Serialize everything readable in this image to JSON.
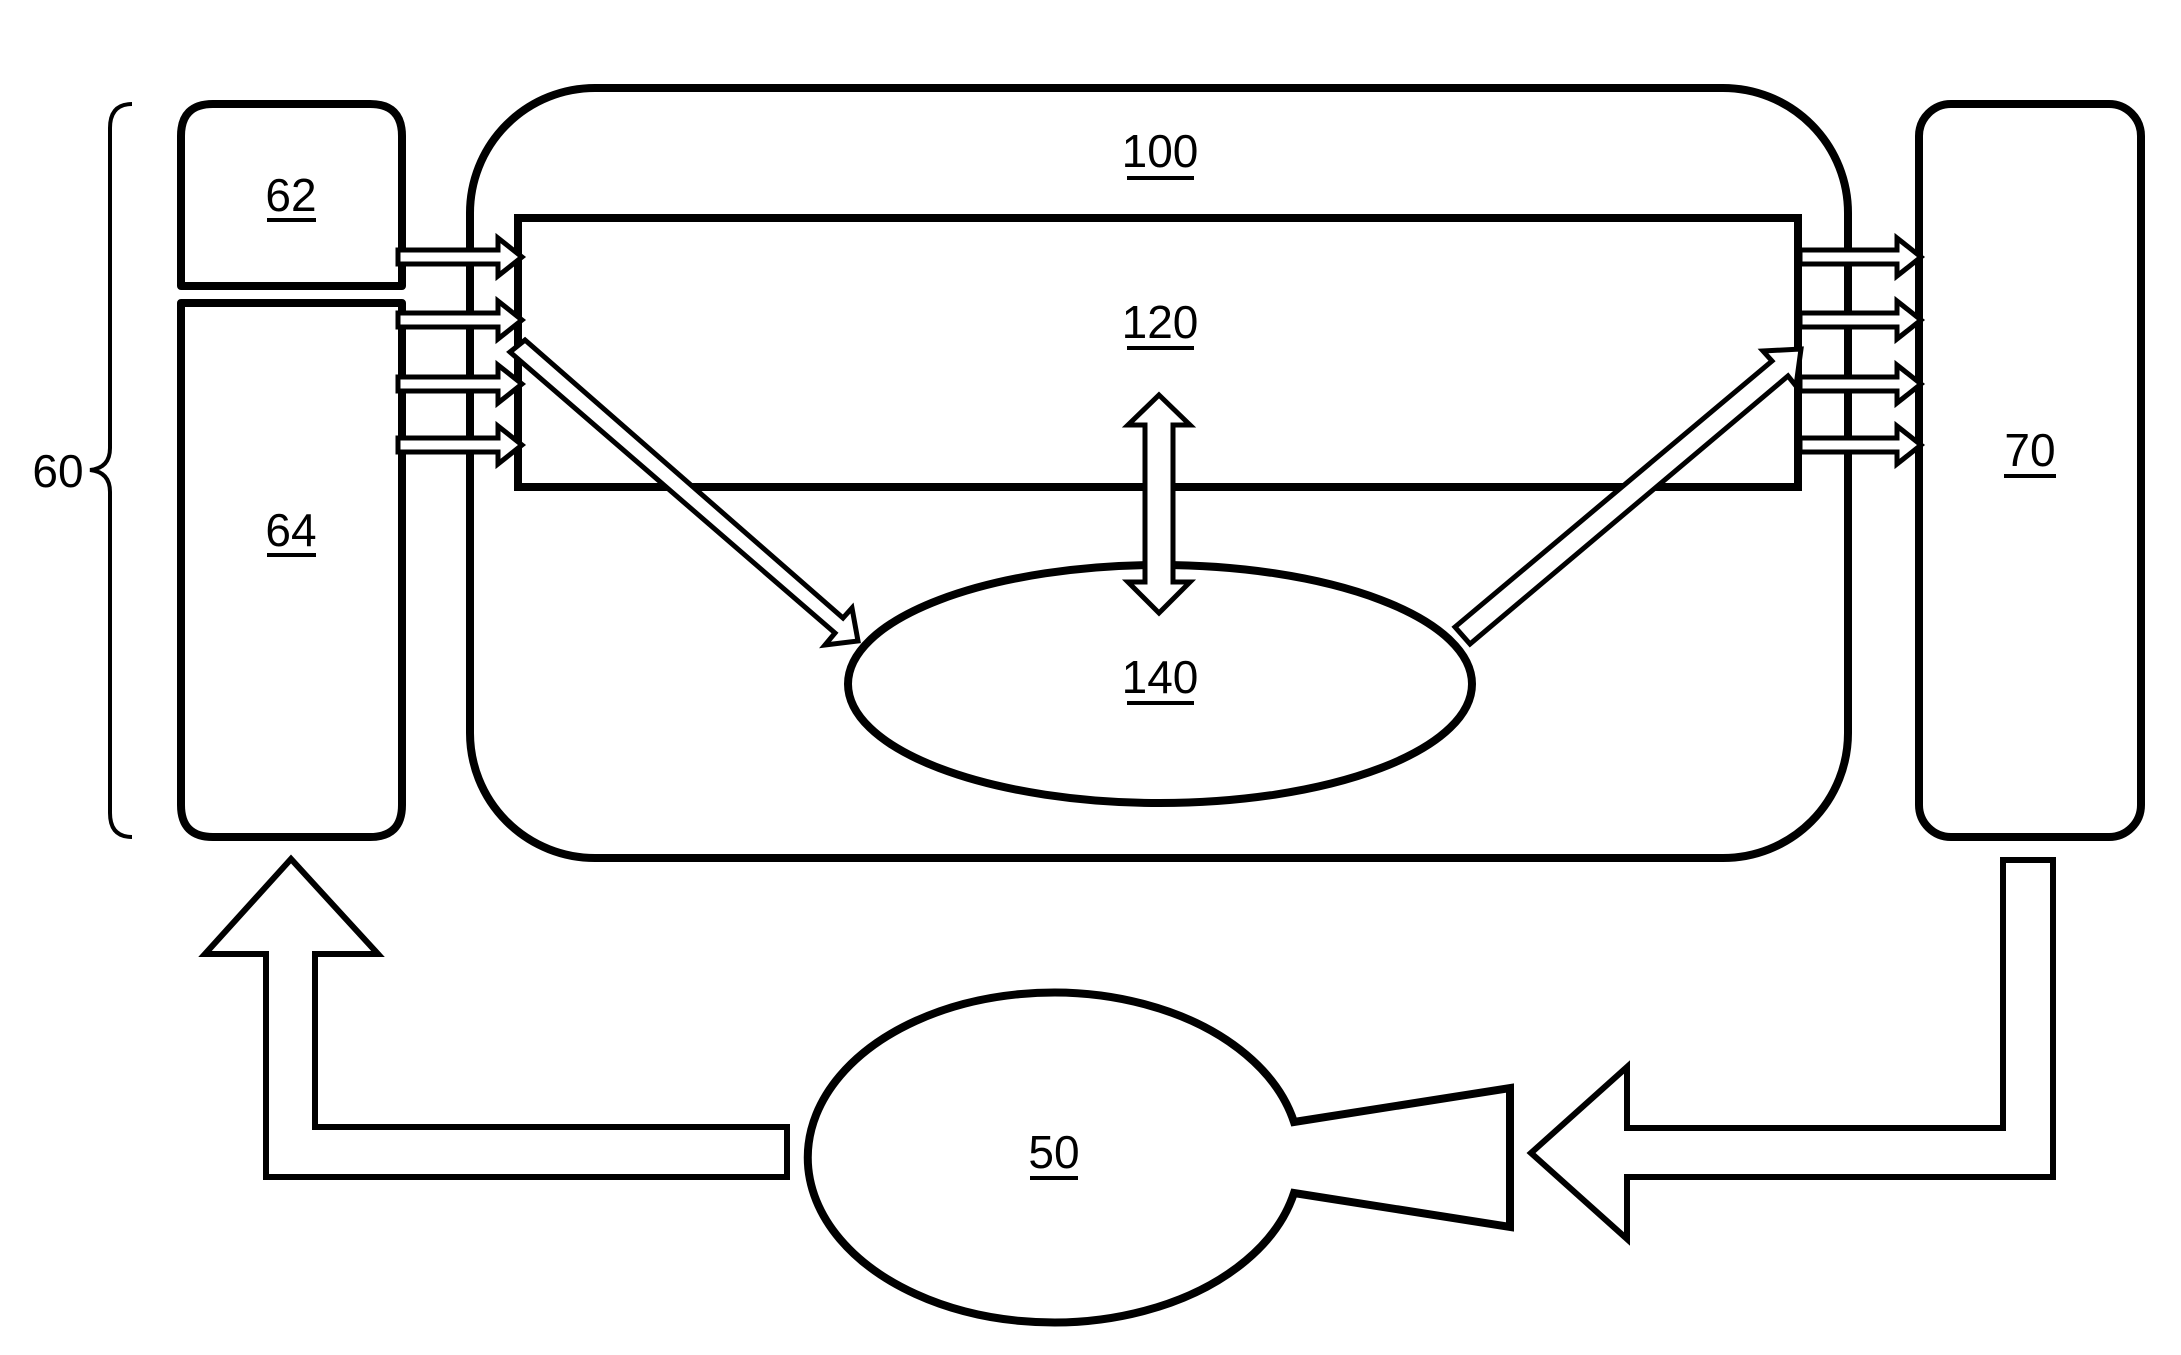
{
  "figure": {
    "type": "block-diagram",
    "style": "patent drawing, black line art",
    "colors": {
      "line": "#000000",
      "background": "#ffffff"
    }
  },
  "labels": {
    "group_60": "60",
    "block_62": "62",
    "block_64": "64",
    "block_100": "100",
    "block_120": "120",
    "block_140": "140",
    "block_70": "70",
    "pump_50": "50"
  },
  "components": [
    {
      "id": "60",
      "shape": "brace",
      "groups": [
        "62",
        "64"
      ]
    },
    {
      "id": "62",
      "shape": "rounded-rect"
    },
    {
      "id": "64",
      "shape": "rounded-rect"
    },
    {
      "id": "100",
      "shape": "rounded-rect",
      "contains": [
        "120",
        "140"
      ]
    },
    {
      "id": "120",
      "shape": "rect"
    },
    {
      "id": "140",
      "shape": "ellipse"
    },
    {
      "id": "70",
      "shape": "rounded-rect"
    },
    {
      "id": "50",
      "shape": "pump (circle with nozzle)"
    }
  ],
  "connections": [
    {
      "from": "62",
      "to": "120",
      "count": 1,
      "kind": "hollow-arrow"
    },
    {
      "from": "64",
      "to": "120",
      "count": 3,
      "kind": "hollow-arrow"
    },
    {
      "from": "120",
      "to": "140",
      "kind": "hollow-diagonal-arrow"
    },
    {
      "from": "120",
      "to": "140",
      "kind": "double-headed-arrow"
    },
    {
      "from": "140",
      "to": "120",
      "kind": "hollow-diagonal-arrow"
    },
    {
      "from": "120",
      "to": "70",
      "count": 4,
      "kind": "hollow-arrow"
    },
    {
      "from": "70",
      "to": "50",
      "kind": "block-L-arrow"
    },
    {
      "from": "50",
      "to": "60",
      "kind": "block-L-arrow"
    }
  ]
}
